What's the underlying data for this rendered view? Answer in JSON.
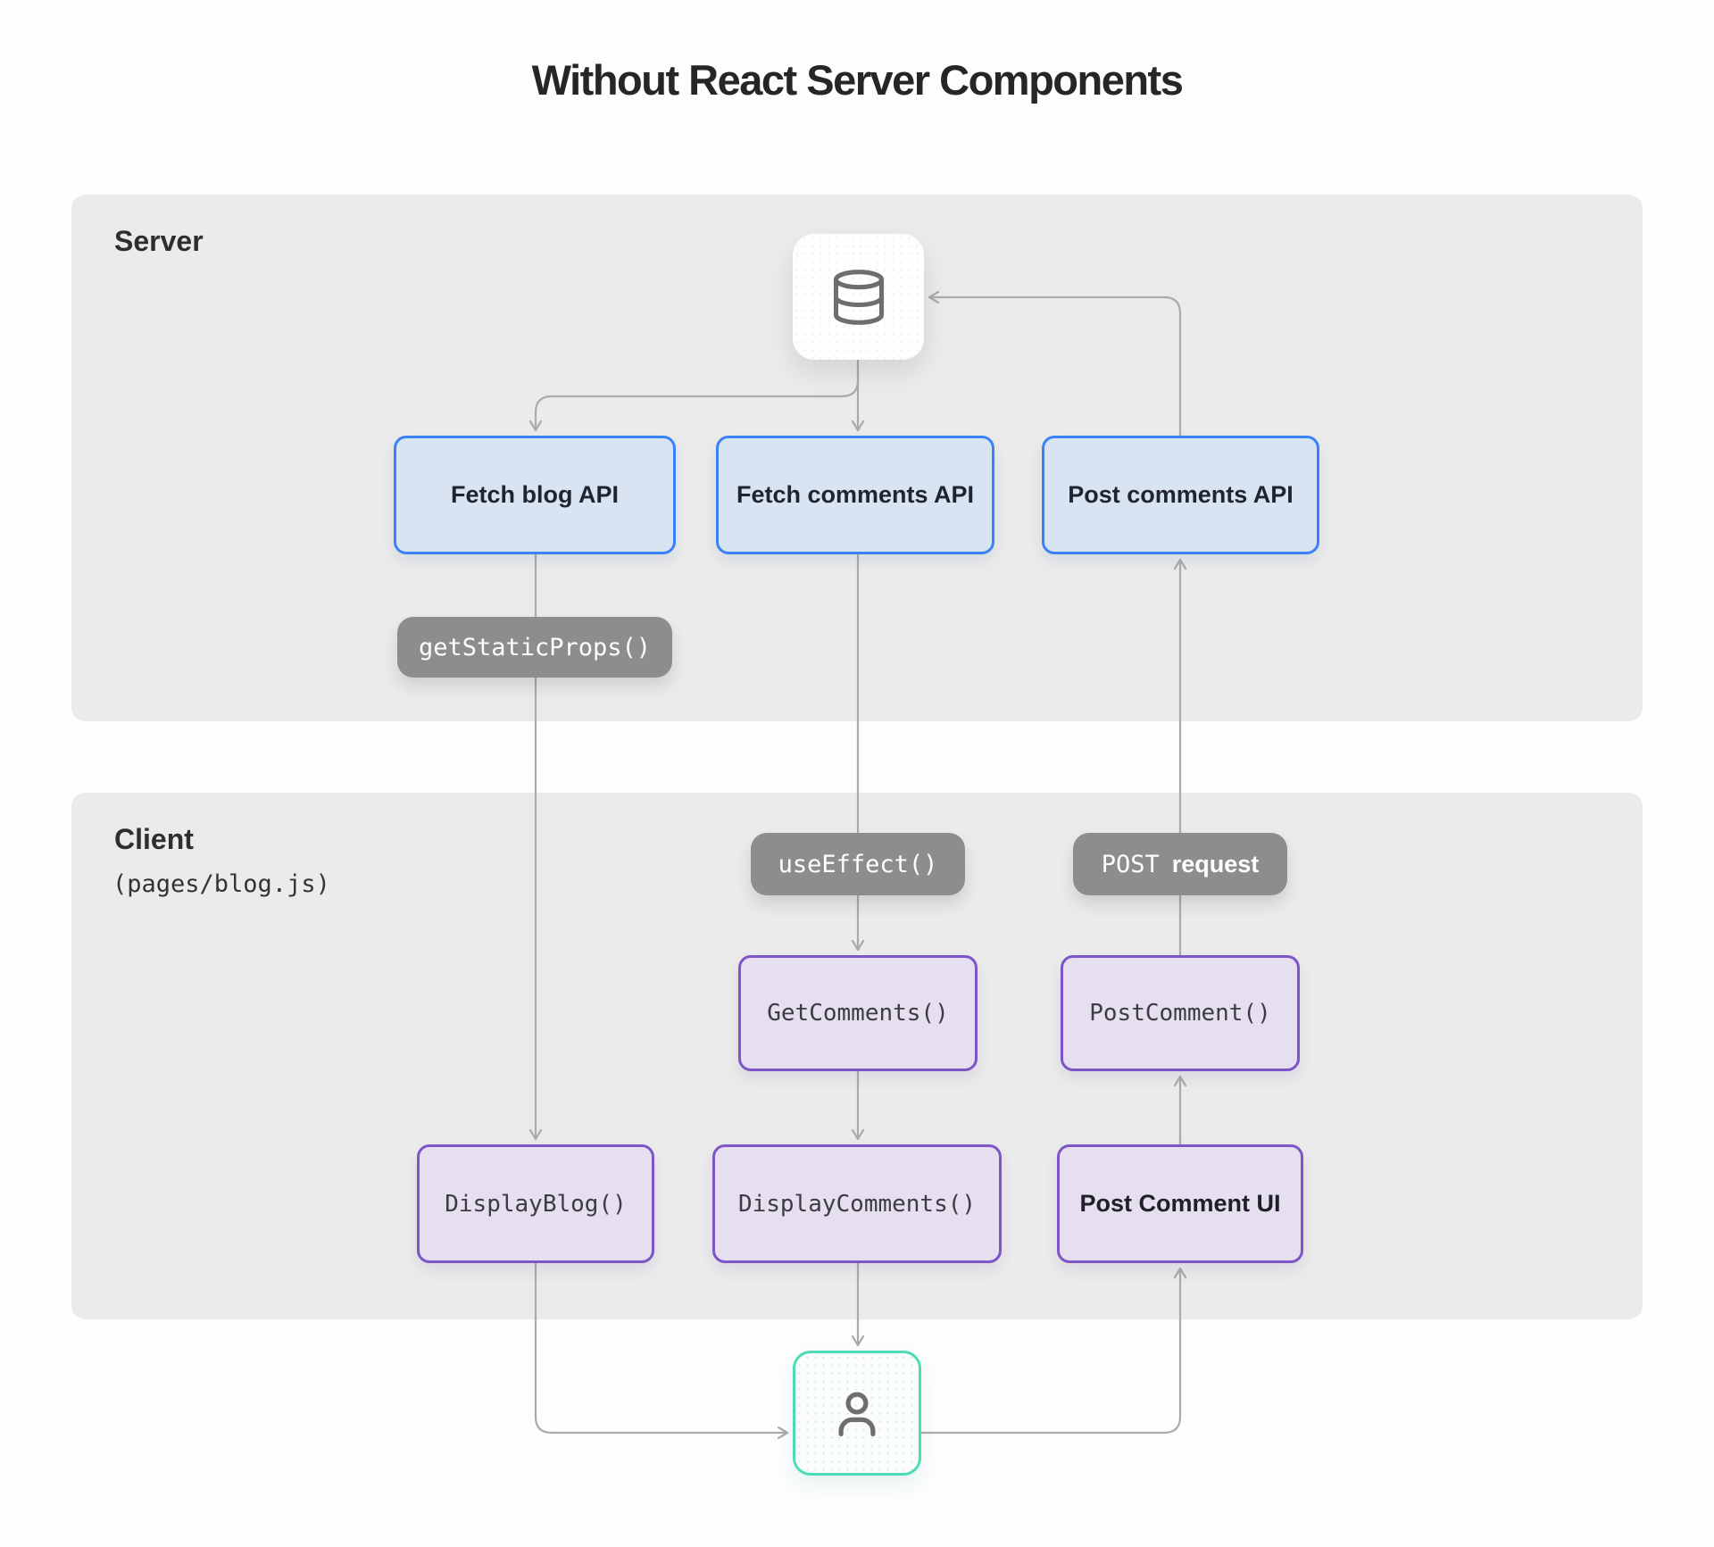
{
  "title": "Without React Server Components",
  "colors": {
    "panel_bg": "#ebebeb",
    "blue_fill": "#d8e4f1",
    "blue_border": "#3b82f6",
    "purple_fill": "#e5dff0",
    "purple_border": "#7d55c7",
    "pill_bg": "#8d8d8d",
    "mint_border": "#4ddcb6",
    "arrow": "#ababab"
  },
  "icons": {
    "database": "database-icon",
    "user": "user-icon"
  },
  "server": {
    "label": "Server",
    "nodes": {
      "fetch_blog": "Fetch blog API",
      "fetch_comments": "Fetch comments API",
      "post_comments": "Post comments API",
      "get_static_props": "getStaticProps()"
    }
  },
  "client": {
    "label": "Client",
    "sublabel": "(pages/blog.js)",
    "nodes": {
      "use_effect": "useEffect()",
      "post_keyword": "POST",
      "post_request_word": "request",
      "get_comments": "GetComments()",
      "post_comment": "PostComment()",
      "display_blog": "DisplayBlog()",
      "display_comments": "DisplayComments()",
      "post_comment_ui": "Post Comment UI"
    }
  }
}
